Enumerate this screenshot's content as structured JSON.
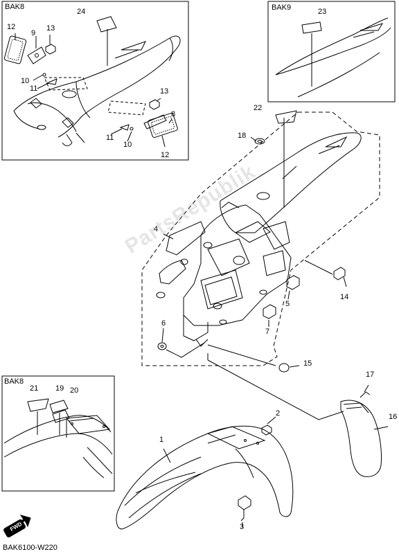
{
  "insets": {
    "top_left_tag": "BAK8",
    "top_right_tag": "BAK9",
    "bottom_left_tag": "BAK8"
  },
  "callouts": {
    "p1": "1",
    "p2": "2",
    "p3": "3",
    "p4": "4",
    "p5": "5",
    "p6": "6",
    "p7": "7",
    "p8": "8",
    "p9": "9",
    "p10a": "10",
    "p10b": "10",
    "p11a": "11",
    "p11b": "11",
    "p12a": "12",
    "p12b": "12",
    "p13a": "13",
    "p13b": "13",
    "p14": "14",
    "p15": "15",
    "p16": "16",
    "p17": "17",
    "p18": "18",
    "p19": "19",
    "p20": "20",
    "p21": "21",
    "p22": "22",
    "p23": "23",
    "p24": "24"
  },
  "fwd_badge": "FWD",
  "diagram_code": "BAK6100-W220",
  "watermark": "PartsRepublik"
}
